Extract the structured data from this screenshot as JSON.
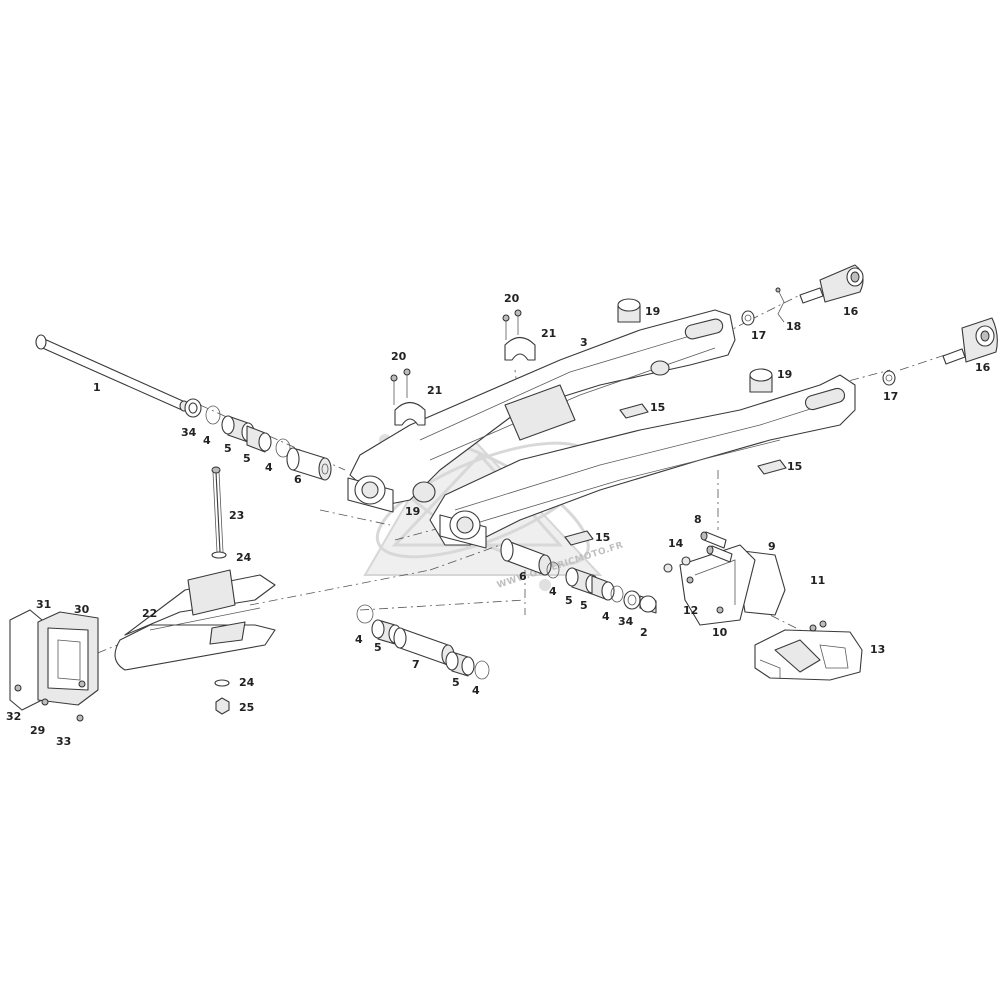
{
  "diagram": {
    "callouts": [
      {
        "id": "c1",
        "label": "1"
      },
      {
        "id": "c2",
        "label": "2"
      },
      {
        "id": "c3",
        "label": "3"
      },
      {
        "id": "c4a",
        "label": "4"
      },
      {
        "id": "c4b",
        "label": "4"
      },
      {
        "id": "c4c",
        "label": "4"
      },
      {
        "id": "c4d",
        "label": "4"
      },
      {
        "id": "c4e",
        "label": "4"
      },
      {
        "id": "c4f",
        "label": "4"
      },
      {
        "id": "c5a",
        "label": "5"
      },
      {
        "id": "c5b",
        "label": "5"
      },
      {
        "id": "c5c",
        "label": "5"
      },
      {
        "id": "c5d",
        "label": "5"
      },
      {
        "id": "c5e",
        "label": "5"
      },
      {
        "id": "c5f",
        "label": "5"
      },
      {
        "id": "c6a",
        "label": "6"
      },
      {
        "id": "c6b",
        "label": "6"
      },
      {
        "id": "c7",
        "label": "7"
      },
      {
        "id": "c8",
        "label": "8"
      },
      {
        "id": "c9",
        "label": "9"
      },
      {
        "id": "c10",
        "label": "10"
      },
      {
        "id": "c11",
        "label": "11"
      },
      {
        "id": "c12",
        "label": "12"
      },
      {
        "id": "c13",
        "label": "13"
      },
      {
        "id": "c14",
        "label": "14"
      },
      {
        "id": "c15a",
        "label": "15"
      },
      {
        "id": "c15b",
        "label": "15"
      },
      {
        "id": "c15c",
        "label": "15"
      },
      {
        "id": "c16a",
        "label": "16"
      },
      {
        "id": "c16b",
        "label": "16"
      },
      {
        "id": "c17a",
        "label": "17"
      },
      {
        "id": "c17b",
        "label": "17"
      },
      {
        "id": "c18",
        "label": "18"
      },
      {
        "id": "c19a",
        "label": "19"
      },
      {
        "id": "c19b",
        "label": "19"
      },
      {
        "id": "c19c",
        "label": "19"
      },
      {
        "id": "c20a",
        "label": "20"
      },
      {
        "id": "c20b",
        "label": "20"
      },
      {
        "id": "c21a",
        "label": "21"
      },
      {
        "id": "c21b",
        "label": "21"
      },
      {
        "id": "c22",
        "label": "22"
      },
      {
        "id": "c23",
        "label": "23"
      },
      {
        "id": "c24a",
        "label": "24"
      },
      {
        "id": "c24b",
        "label": "24"
      },
      {
        "id": "c25",
        "label": "25"
      },
      {
        "id": "c29",
        "label": "29"
      },
      {
        "id": "c30",
        "label": "30"
      },
      {
        "id": "c31",
        "label": "31"
      },
      {
        "id": "c32",
        "label": "32"
      },
      {
        "id": "c33",
        "label": "33"
      },
      {
        "id": "c34a",
        "label": "34"
      },
      {
        "id": "c34b",
        "label": "34"
      }
    ]
  },
  "watermark": {
    "text": "WWW.GENERICMOTO.FR"
  }
}
